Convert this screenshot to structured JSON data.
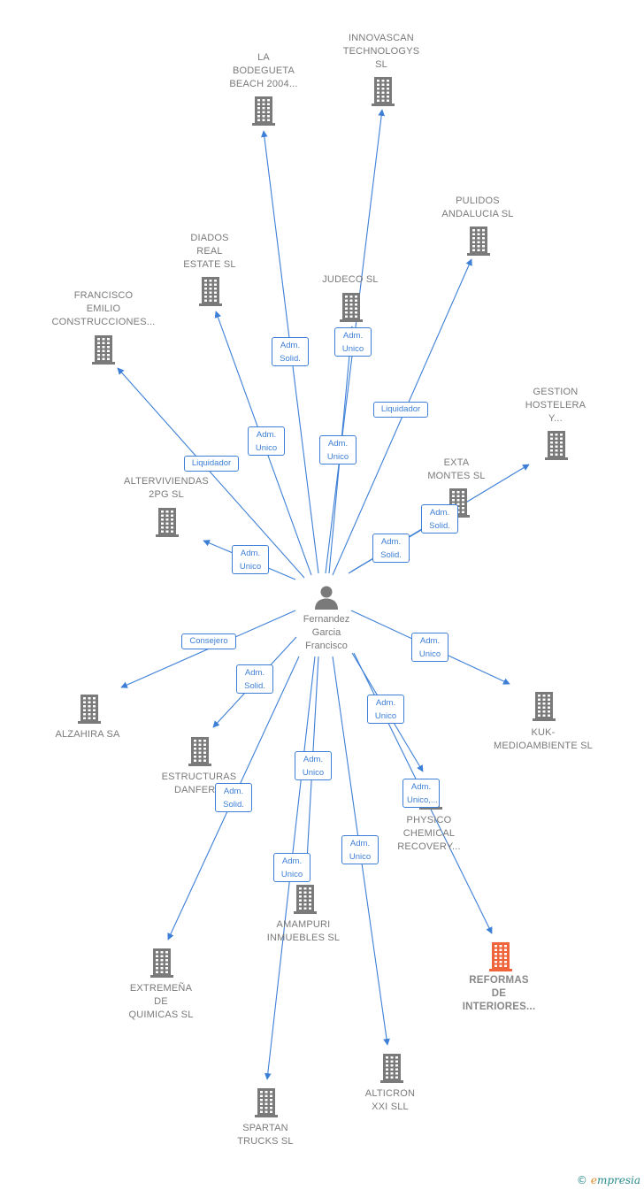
{
  "center": {
    "name": "Fernandez\nGarcia\nFrancisco"
  },
  "nodes": [
    {
      "id": "n1",
      "label": "LA\nBODEGUETA\nBEACH 2004...",
      "highlight": false
    },
    {
      "id": "n2",
      "label": "INNOVASCAN\nTECHNOLOGYS\nSL",
      "highlight": false
    },
    {
      "id": "n3",
      "label": "PULIDOS\nANDALUCIA SL",
      "highlight": false
    },
    {
      "id": "n4",
      "label": "DIADOS\nREAL\nESTATE  SL",
      "highlight": false
    },
    {
      "id": "n5",
      "label": "JUDECO SL",
      "highlight": false
    },
    {
      "id": "n6",
      "label": "FRANCISCO\nEMILIO\nCONSTRUCCIONES...",
      "highlight": false
    },
    {
      "id": "n7",
      "label": "GESTION\nHOSTELERA\nY...",
      "highlight": false
    },
    {
      "id": "n8",
      "label": "EXTA\nMONTES SL",
      "highlight": false
    },
    {
      "id": "n9",
      "label": "ALTERVIVIENDAS\n2PG  SL",
      "highlight": false
    },
    {
      "id": "n10",
      "label": "ALZAHIRA SA",
      "highlight": false
    },
    {
      "id": "n11",
      "label": "KUK-\nMEDIOAMBIENTE SL",
      "highlight": false
    },
    {
      "id": "n12",
      "label": "ESTRUCTURAS\nDANFER 3",
      "highlight": false
    },
    {
      "id": "n13",
      "label": "PHYSICO\nCHEMICAL\nRECOVERY...",
      "highlight": false
    },
    {
      "id": "n14",
      "label": "AMAMPURI\nINMUEBLES SL",
      "highlight": false
    },
    {
      "id": "n15",
      "label": "EXTREMEÑA\nDE\nQUIMICAS SL",
      "highlight": false
    },
    {
      "id": "n16",
      "label": "REFORMAS\nDE\nINTERIORES...",
      "highlight": true
    },
    {
      "id": "n17",
      "label": "ALTICRON\nXXI SLL",
      "highlight": false
    },
    {
      "id": "n18",
      "label": "SPARTAN\nTRUCKS  SL",
      "highlight": false
    }
  ],
  "edges": [
    {
      "to": "n1",
      "label": "Adm.\nSolid."
    },
    {
      "to": "n2",
      "label": "Adm.\nUnico"
    },
    {
      "to": "n3",
      "label": "Liquidador"
    },
    {
      "to": "n4",
      "label": "Adm.\nUnico"
    },
    {
      "to": "n5",
      "label": "Adm.\nUnico"
    },
    {
      "to": "n6",
      "label": "Liquidador"
    },
    {
      "to": "n7",
      "label": "Adm.\nSolid."
    },
    {
      "to": "n8",
      "label": "Adm.\nSolid."
    },
    {
      "to": "n9",
      "label": "Adm.\nUnico"
    },
    {
      "to": "n10",
      "label": "Consejero"
    },
    {
      "to": "n11",
      "label": "Adm.\nUnico"
    },
    {
      "to": "n12",
      "label": "Adm.\nSolid."
    },
    {
      "to": "n13",
      "label": "Adm.\nUnico"
    },
    {
      "to": "n14",
      "label": "Adm.\nUnico"
    },
    {
      "to": "n15",
      "label": "Adm.\nSolid."
    },
    {
      "to": "n16",
      "label": "Adm.\nUnico,..."
    },
    {
      "to": "n17",
      "label": "Adm.\nUnico"
    },
    {
      "to": "n18",
      "label": "Adm.\nUnico"
    }
  ],
  "colors": {
    "edge": "#3d7fd6",
    "node": "#7a7a7a",
    "highlight": "#f0643c"
  },
  "icons": {
    "company": "building-icon",
    "person": "person-icon"
  },
  "footer": {
    "copyright": "©",
    "brand_initial": "e",
    "brand_rest": "mpresia"
  }
}
